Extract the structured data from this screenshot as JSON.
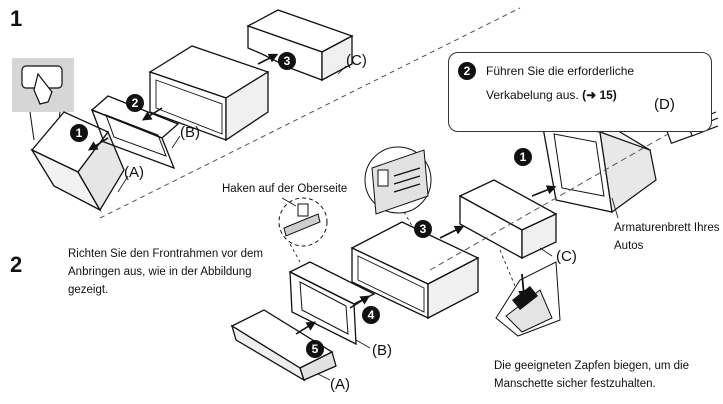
{
  "steps": {
    "s1": "1",
    "s2": "2"
  },
  "badges": {
    "b1": "1",
    "b2": "2",
    "b3": "3",
    "b4": "4",
    "b5": "5"
  },
  "labels": {
    "a": "(A)",
    "b": "(B)",
    "c": "(C)",
    "d": "(D)"
  },
  "captions": {
    "hook_top": "Haken auf der Oberseite",
    "align_frame": [
      "Richten Sie den Frontrahmen vor dem",
      "Anbringen aus, wie in der Abbildung",
      "gezeigt."
    ],
    "dashboard": [
      "Armaturenbrett Ihres",
      "Autos"
    ],
    "bend_tabs": [
      "Die geeigneten Zapfen biegen, um die",
      "Manschette sicher festzuhalten."
    ]
  },
  "callout": {
    "line1": "Führen Sie die erforderliche",
    "line2_text": "Verkabelung aus. ",
    "line2_ref": "(➜ 15)"
  }
}
